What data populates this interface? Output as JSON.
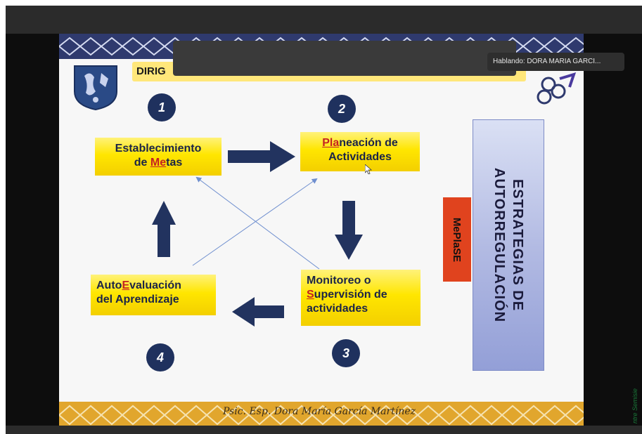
{
  "video_call": {
    "speaking_indicator": "Hablando: DORA MARIA GARCI...",
    "side_label": "ntre Semisie"
  },
  "slide": {
    "header_title": "DIRIG",
    "steps": [
      {
        "number": "1",
        "text_parts": [
          "Establecimiento",
          "de ",
          "Me",
          "tas"
        ]
      },
      {
        "number": "2",
        "text_parts": [
          "Pla",
          "neación de",
          "Actividades"
        ]
      },
      {
        "number": "3",
        "text_parts": [
          "Monitoreo o",
          "S",
          "upervisión de",
          "actividades"
        ]
      },
      {
        "number": "4",
        "text_parts": [
          "Auto",
          "E",
          "valuación",
          "del Aprendizaje"
        ]
      }
    ],
    "acronym": "MePlaSE",
    "panel_title": "ESTRATEGIAS DE AUTORREGULACIÓN",
    "author": "Psic. Esp. Dora María García Martínez"
  },
  "colors": {
    "navy": "#1f315e",
    "yellow": "#ffe600",
    "highlight_red": "#c42222",
    "acronym_bg": "#e0431e",
    "panel_blue": "#b3bbe3",
    "band_gold": "#e1a62d"
  },
  "icons": [
    "unam-crest-icon",
    "logo-knot-icon",
    "mouse-cursor-icon"
  ]
}
